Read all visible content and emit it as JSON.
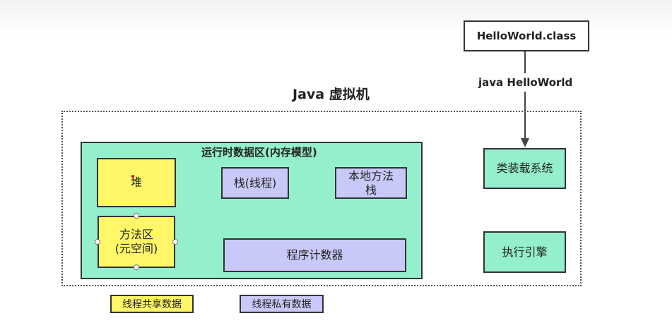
{
  "title": "Java 虚拟机",
  "class_file": "HelloWorld.class",
  "command": "java HelloWorld",
  "runtime_area_title": "运行时数据区(内存模型)",
  "heap": "堆",
  "method_area": "方法区\n(元空间)",
  "stack": "栈(线程)",
  "native_stack": "本地方法\n栈",
  "program_counter": "程序计数器",
  "class_loader": "类装载系统",
  "execution_engine": "执行引擎",
  "legend": {
    "shared": "线程共享数据",
    "private": "线程私有数据"
  },
  "colors": {
    "shared": "#fff668",
    "private": "#c9c9f9",
    "runtime": "#94efcc"
  }
}
